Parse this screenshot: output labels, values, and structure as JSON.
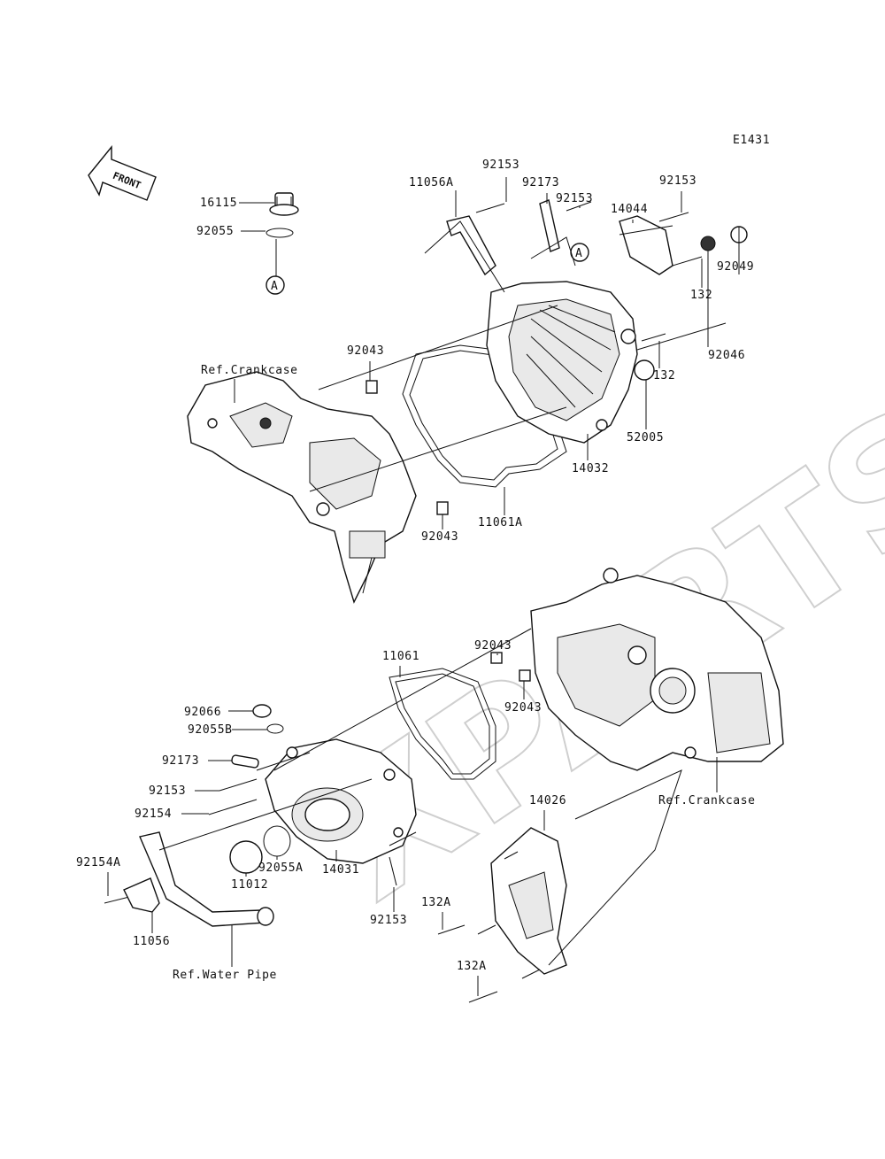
{
  "diagram": {
    "code": "E1431",
    "front_label": "FRONT",
    "ref_marker": "A",
    "watermark": "XPARTS",
    "labels": [
      {
        "id": "p1",
        "text": "92153"
      },
      {
        "id": "p2",
        "text": "11056A"
      },
      {
        "id": "p3",
        "text": "92173"
      },
      {
        "id": "p4",
        "text": "92153"
      },
      {
        "id": "p5",
        "text": "92153"
      },
      {
        "id": "p6",
        "text": "14044"
      },
      {
        "id": "p7",
        "text": "16115"
      },
      {
        "id": "p8",
        "text": "92055"
      },
      {
        "id": "p9",
        "text": "92049"
      },
      {
        "id": "p10",
        "text": "132"
      },
      {
        "id": "p11",
        "text": "92046"
      },
      {
        "id": "p12",
        "text": "92043"
      },
      {
        "id": "p13",
        "text": "Ref.Crankcase"
      },
      {
        "id": "p14",
        "text": "132"
      },
      {
        "id": "p15",
        "text": "52005"
      },
      {
        "id": "p16",
        "text": "14032"
      },
      {
        "id": "p17",
        "text": "92043"
      },
      {
        "id": "p18",
        "text": "11061A"
      },
      {
        "id": "p19",
        "text": "11061"
      },
      {
        "id": "p20",
        "text": "92043"
      },
      {
        "id": "p21",
        "text": "92043"
      },
      {
        "id": "p22",
        "text": "92066"
      },
      {
        "id": "p23",
        "text": "92055B"
      },
      {
        "id": "p24",
        "text": "92173"
      },
      {
        "id": "p25",
        "text": "92153"
      },
      {
        "id": "p26",
        "text": "92154"
      },
      {
        "id": "p27",
        "text": "Ref.Crankcase"
      },
      {
        "id": "p28",
        "text": "14026"
      },
      {
        "id": "p29",
        "text": "92154A"
      },
      {
        "id": "p30",
        "text": "11012"
      },
      {
        "id": "p31",
        "text": "92055A"
      },
      {
        "id": "p32",
        "text": "14031"
      },
      {
        "id": "p33",
        "text": "92153"
      },
      {
        "id": "p34",
        "text": "132A"
      },
      {
        "id": "p35",
        "text": "11056"
      },
      {
        "id": "p36",
        "text": "Ref.Water Pipe"
      },
      {
        "id": "p37",
        "text": "132A"
      }
    ]
  }
}
